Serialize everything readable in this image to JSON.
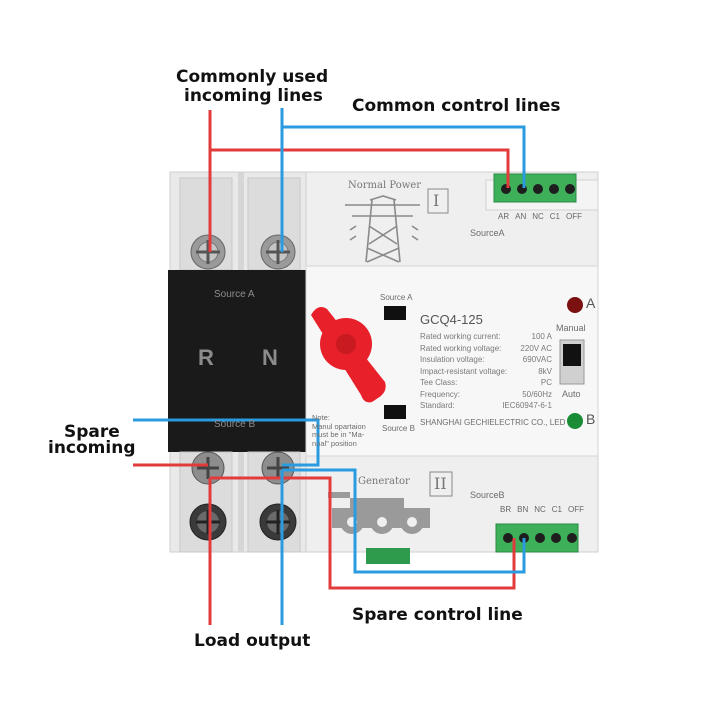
{
  "callouts": {
    "commonly_used_1": "Commonly used",
    "commonly_used_2": "incoming lines",
    "common_control": "Common control lines",
    "spare_incoming_1": "Spare",
    "spare_incoming_2": "incoming",
    "spare_control": "Spare control line",
    "load_output": "Load output"
  },
  "device": {
    "normal_power": "Normal Power",
    "roman_1": "I",
    "roman_2": "II",
    "generator": "Generator",
    "source_a_top": "SourceA",
    "source_b_bottom": "SourceB",
    "source_a_black": "Source A",
    "source_b_black": "Source B",
    "letter_r": "R",
    "letter_n": "N",
    "window_source_a": "Source A",
    "window_source_b": "Source B",
    "model": "GCQ4-125",
    "indicator_a": "A",
    "indicator_b": "B",
    "manual": "Manual",
    "auto": "Auto",
    "note_1": "Note:",
    "note_2": "Manul opartaion",
    "note_3": "must be in \"Ma-",
    "note_4": "nual\" position",
    "specs": [
      {
        "label": "Rated working current:",
        "value": "100   A"
      },
      {
        "label": "Rated working voltage:",
        "value": "220V AC"
      },
      {
        "label": "Insulation voltage:",
        "value": "690VAC"
      },
      {
        "label": "Impact-resistant voltage:",
        "value": "8kV"
      },
      {
        "label": "Tee Class:",
        "value": "PC"
      },
      {
        "label": "Frequency:",
        "value": "50/60Hz"
      },
      {
        "label": "Standard:",
        "value": "IEC60947-6-1"
      }
    ],
    "manufacturer": "SHANGHAI GECHIELECTRIC CO., LED",
    "top_terminal_labels": [
      "AR",
      "AN",
      "NC",
      "C1",
      "OFF"
    ],
    "bottom_terminal_labels": [
      "BR",
      "BN",
      "NC",
      "C1",
      "OFF"
    ]
  },
  "colors": {
    "red_wire": "#e23b3b",
    "blue_wire": "#2a9be0",
    "terminal_green": "#3fb05a",
    "handle_red": "#e8202a"
  }
}
